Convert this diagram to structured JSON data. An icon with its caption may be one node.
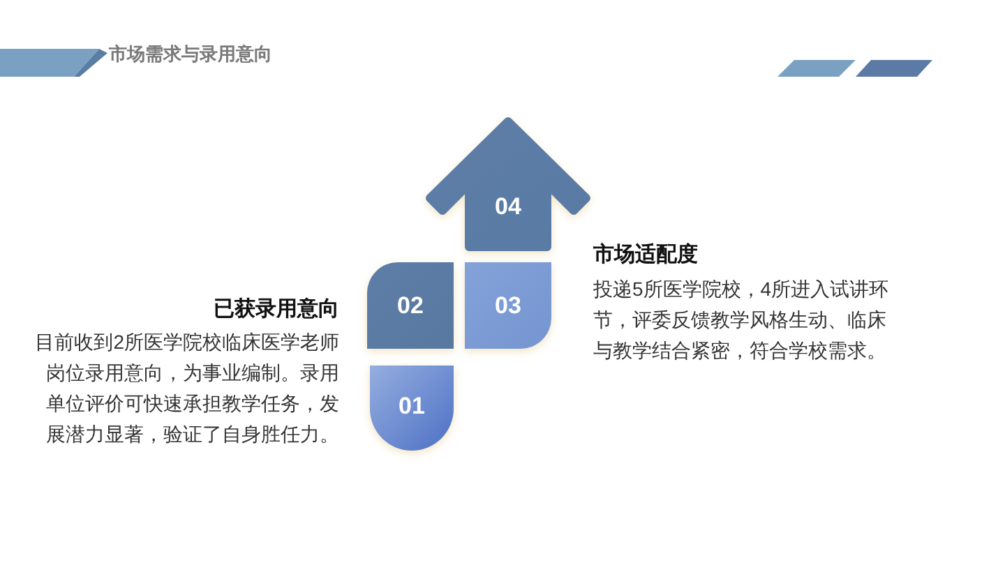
{
  "diagram": {
    "title": "市场需求与录用意向",
    "nodes": [
      {
        "text": [
          "04"
        ]
      },
      {
        "text": [
          "02"
        ]
      },
      {
        "text": [
          "03"
        ]
      },
      {
        "text": [
          "01"
        ]
      }
    ],
    "labels": [
      "市场适配度",
      "投递5所医学院校，4所进入试讲环节，评委反馈教学风格生动、临床与教学结合紧密，符合学校需求。",
      "已获录用意向",
      "目前收到2所医学院校临床医学老师岗位录用意向，为事业编制。录用单位评价可快速承担教学任务，发展潜力显著，验证了自身胜任力。"
    ]
  }
}
